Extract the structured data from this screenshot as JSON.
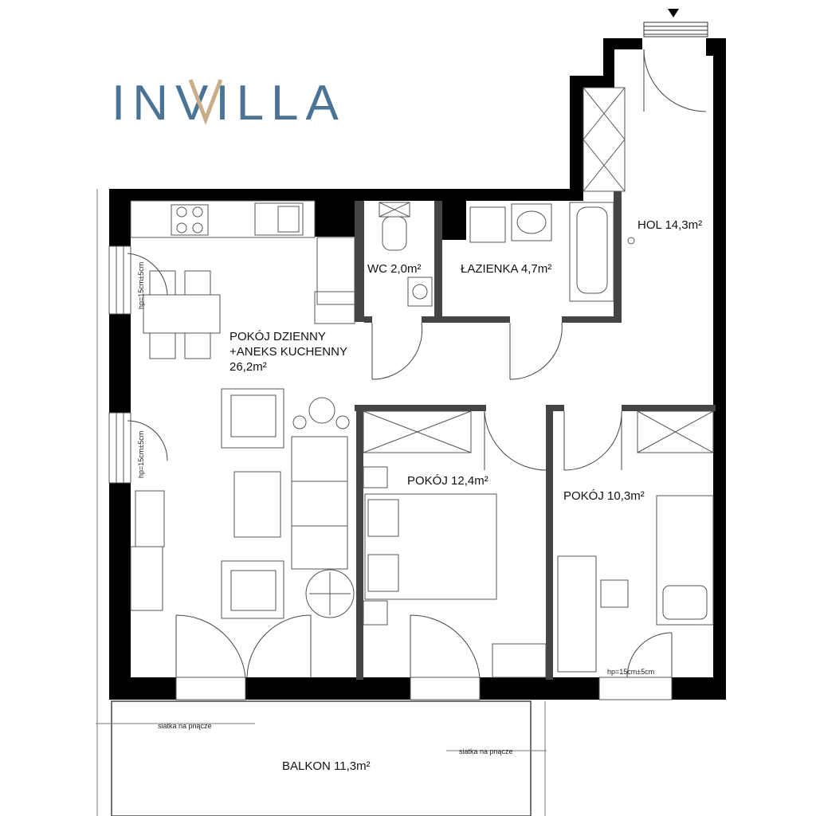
{
  "brand": {
    "logo_text": "INVILLA",
    "color_primary": "#4a7395",
    "color_accent": "#c9ad8a"
  },
  "rooms": {
    "living": {
      "line1": "POKÓJ DZIENNY",
      "line2": "+ANEKS KUCHENNY",
      "area": "26,2m²"
    },
    "wc": {
      "label": "WC 2,0m²"
    },
    "bathroom": {
      "label": "ŁAZIENKA 4,7m²"
    },
    "hall": {
      "label": "HOL 14,3m²"
    },
    "room1": {
      "label": "POKÓJ 12,4m²"
    },
    "room2": {
      "label": "POKÓJ 10,3m²"
    },
    "balcony": {
      "label": "BALKON 11,3m²"
    }
  },
  "annotations": {
    "window_height": "hp=15cm±5cm",
    "mesh": "siatka na pnącze"
  },
  "colors": {
    "wall": "#000000",
    "line": "#333333",
    "light_line": "#777777"
  }
}
